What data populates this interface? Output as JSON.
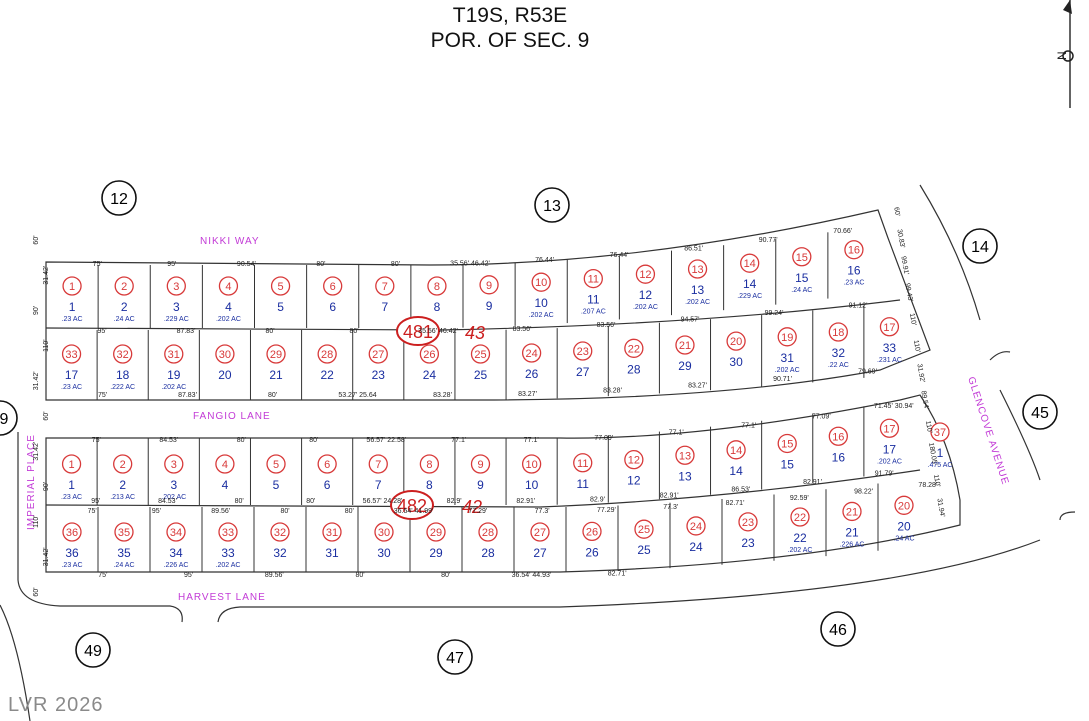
{
  "header": {
    "line1": "T19S, R53E",
    "line2": "POR. OF SEC. 9"
  },
  "watermark": "LVR 2026",
  "colors": {
    "line": "#333333",
    "lot_circle": "#d83a3a",
    "blue_text": "#1a2ea0",
    "street": "#c23ad6",
    "book": "#cc1f1f"
  },
  "sections": [
    "12",
    "13",
    "14",
    "45",
    "46",
    "47",
    "49",
    "9"
  ],
  "streets": [
    "NIKKI WAY",
    "FANGIO LANE",
    "HARVEST LANE",
    "IMPERIAL PLACE",
    "GLENCOVE AVENUE"
  ],
  "book_pages": [
    {
      "book": "481",
      "page": "43"
    },
    {
      "book": "482",
      "page": "42"
    }
  ],
  "block481": {
    "top_row": [
      {
        "lot": "1",
        "num": "1",
        "ac": ".23 AC"
      },
      {
        "lot": "2",
        "num": "2",
        "ac": ".24 AC"
      },
      {
        "lot": "3",
        "num": "3",
        "ac": ".229 AC"
      },
      {
        "lot": "4",
        "num": "4",
        "ac": ".202 AC"
      },
      {
        "lot": "5",
        "num": "5",
        "ac": ""
      },
      {
        "lot": "6",
        "num": "6",
        "ac": ""
      },
      {
        "lot": "7",
        "num": "7",
        "ac": ""
      },
      {
        "lot": "8",
        "num": "8",
        "ac": ""
      },
      {
        "lot": "9",
        "num": "9",
        "ac": ""
      },
      {
        "lot": "10",
        "num": "10",
        "ac": ".202 AC"
      },
      {
        "lot": "11",
        "num": "11",
        "ac": ".207 AC"
      },
      {
        "lot": "12",
        "num": "12",
        "ac": ".202 AC"
      },
      {
        "lot": "13",
        "num": "13",
        "ac": ".202 AC"
      },
      {
        "lot": "14",
        "num": "14",
        "ac": ".229 AC"
      },
      {
        "lot": "15",
        "num": "15",
        "ac": ".24 AC"
      },
      {
        "lot": "16",
        "num": "16",
        "ac": ".23 AC"
      }
    ],
    "bottom_row": [
      {
        "lot": "33",
        "num": "17",
        "ac": ".23 AC"
      },
      {
        "lot": "32",
        "num": "18",
        "ac": ".222 AC"
      },
      {
        "lot": "31",
        "num": "19",
        "ac": ".202 AC"
      },
      {
        "lot": "30",
        "num": "20",
        "ac": ""
      },
      {
        "lot": "29",
        "num": "21",
        "ac": ""
      },
      {
        "lot": "28",
        "num": "22",
        "ac": ""
      },
      {
        "lot": "27",
        "num": "23",
        "ac": ""
      },
      {
        "lot": "26",
        "num": "24",
        "ac": ""
      },
      {
        "lot": "25",
        "num": "25",
        "ac": ""
      },
      {
        "lot": "24",
        "num": "26",
        "ac": ""
      },
      {
        "lot": "23",
        "num": "27",
        "ac": ""
      },
      {
        "lot": "22",
        "num": "28",
        "ac": ""
      },
      {
        "lot": "21",
        "num": "29",
        "ac": ""
      },
      {
        "lot": "20",
        "num": "30",
        "ac": ""
      },
      {
        "lot": "19",
        "num": "31",
        "ac": ".202 AC"
      },
      {
        "lot": "18",
        "num": "32",
        "ac": ".22 AC"
      },
      {
        "lot": "17",
        "num": "33",
        "ac": ".231 AC"
      }
    ],
    "top_dims": [
      "75'",
      "95'",
      "90.54'",
      "80'",
      "80'",
      "35.56' 46.42'",
      "76.44'",
      "76.44'",
      "86.51'",
      "90.77'",
      "70.66'"
    ],
    "mid_dims": [
      "95'",
      "87.83'",
      "80'",
      "80'",
      "35.56' 46.42'",
      "83.56'",
      "83.56'",
      "94.57'",
      "99.24'",
      "91.12'"
    ],
    "bottom_dims": [
      "75'",
      "87.83'",
      "80'",
      "53.27' 25.64",
      "83.28'",
      "83.27'",
      "83.28'",
      "83.27'",
      "90.71'",
      "79.69'"
    ]
  },
  "block482": {
    "top_row": [
      {
        "lot": "1",
        "num": "1",
        "ac": ".23 AC"
      },
      {
        "lot": "2",
        "num": "2",
        "ac": ".213 AC"
      },
      {
        "lot": "3",
        "num": "3",
        "ac": ".202 AC"
      },
      {
        "lot": "4",
        "num": "4",
        "ac": ""
      },
      {
        "lot": "5",
        "num": "5",
        "ac": ""
      },
      {
        "lot": "6",
        "num": "6",
        "ac": ""
      },
      {
        "lot": "7",
        "num": "7",
        "ac": ""
      },
      {
        "lot": "8",
        "num": "8",
        "ac": ""
      },
      {
        "lot": "9",
        "num": "9",
        "ac": ""
      },
      {
        "lot": "10",
        "num": "10",
        "ac": ""
      },
      {
        "lot": "11",
        "num": "11",
        "ac": ""
      },
      {
        "lot": "12",
        "num": "12",
        "ac": ""
      },
      {
        "lot": "13",
        "num": "13",
        "ac": ""
      },
      {
        "lot": "14",
        "num": "14",
        "ac": ""
      },
      {
        "lot": "15",
        "num": "15",
        "ac": ""
      },
      {
        "lot": "16",
        "num": "16",
        "ac": ""
      },
      {
        "lot": "17",
        "num": "17",
        "ac": ".202 AC"
      }
    ],
    "bottom_row": [
      {
        "lot": "36",
        "num": "36",
        "ac": ".23 AC"
      },
      {
        "lot": "35",
        "num": "35",
        "ac": ".24 AC"
      },
      {
        "lot": "34",
        "num": "34",
        "ac": ".226 AC"
      },
      {
        "lot": "33",
        "num": "33",
        "ac": ".202 AC"
      },
      {
        "lot": "32",
        "num": "32",
        "ac": ""
      },
      {
        "lot": "31",
        "num": "31",
        "ac": ""
      },
      {
        "lot": "30",
        "num": "30",
        "ac": ""
      },
      {
        "lot": "29",
        "num": "29",
        "ac": ""
      },
      {
        "lot": "28",
        "num": "28",
        "ac": ""
      },
      {
        "lot": "27",
        "num": "27",
        "ac": ""
      },
      {
        "lot": "26",
        "num": "26",
        "ac": ""
      },
      {
        "lot": "25",
        "num": "25",
        "ac": ""
      },
      {
        "lot": "24",
        "num": "24",
        "ac": ""
      },
      {
        "lot": "23",
        "num": "23",
        "ac": ""
      },
      {
        "lot": "22",
        "num": "22",
        "ac": ".202 AC"
      },
      {
        "lot": "21",
        "num": "21",
        "ac": ".226 AC"
      },
      {
        "lot": "20",
        "num": "20",
        "ac": ".24 AC"
      }
    ],
    "lot37": {
      "lot": "37",
      "num": "1",
      "ac": ".475 AC"
    },
    "top_dims": [
      "75'",
      "84.53'",
      "80'",
      "80'",
      "56.57' 22.58'",
      "77.1'",
      "77.1'",
      "77.09'",
      "77.1'",
      "77.1'",
      "77.09'",
      "71.45' 30.94'"
    ],
    "mid_dims": [
      "95'",
      "84.53'",
      "80'",
      "80'",
      "56.57' 24.28'",
      "82.9'",
      "82.91'",
      "82.9'",
      "82.91'",
      "86.53'",
      "82.91'",
      "91.79'"
    ],
    "bottom_dims": [
      "75'",
      "95'",
      "89.56'",
      "80'",
      "80'",
      "36.54' 41.99'",
      "77.29'",
      "77.3'",
      "77.29'",
      "77.3'",
      "82.71'",
      "92.59'",
      "98.22'",
      "78.28'"
    ],
    "lower_dims": [
      "75'",
      "95'",
      "89.56'",
      "80'",
      "80'",
      "36.54' 44.93'",
      "82.71'"
    ]
  },
  "side_dims": {
    "left": [
      "60'",
      "31.42'",
      "90'",
      "110'",
      "31.42'",
      "60'",
      "31.42'",
      "90'",
      "110'",
      "31.42'",
      "60'"
    ],
    "right": [
      "60'",
      "30.83'",
      "99.91'",
      "99.43'",
      "110'",
      "110'",
      "31.92'",
      "89.54'",
      "110'",
      "180.05'",
      "110'",
      "31.94'"
    ]
  }
}
